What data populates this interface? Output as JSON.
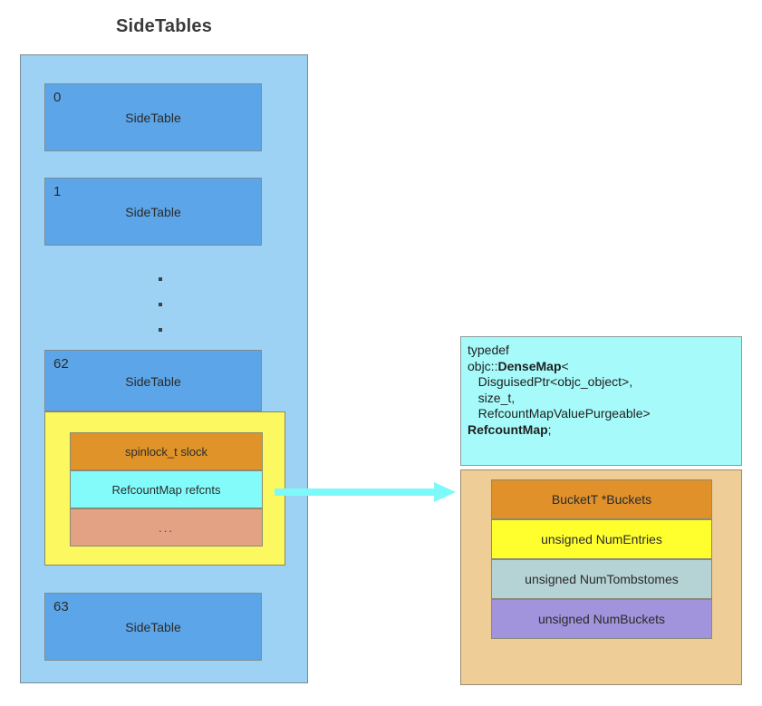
{
  "title": "SideTables",
  "sidetables": {
    "rows": [
      {
        "index": "0",
        "label": "SideTable"
      },
      {
        "index": "1",
        "label": "SideTable"
      },
      {
        "index": "62",
        "label": "SideTable"
      },
      {
        "index": "63",
        "label": "SideTable"
      }
    ],
    "ellipsis": "· · ·"
  },
  "expanded_sidetable": {
    "fields": [
      {
        "label": "spinlock_t slock",
        "color": "#E09328"
      },
      {
        "label": "RefcountMap refcnts",
        "color": "#84FBFB"
      },
      {
        "label": "...",
        "color": "#E3A284"
      }
    ]
  },
  "arrow": {
    "name": "refcounts-to-densemap-arrow",
    "color": "#7DF9F9"
  },
  "densemap": {
    "typedef": {
      "line1": "typedef",
      "line2_prefix": "objc::",
      "line2_bold": "DenseMap",
      "line2_suffix": "<",
      "line3": "   DisguisedPtr<objc_object>,",
      "line4": "   size_t,",
      "line5": "   RefcountMapValuePurgeable>",
      "line6_bold": "RefcountMap",
      "line6_suffix": ";"
    },
    "members": [
      {
        "label": "BucketT *Buckets",
        "color": "#E0912A"
      },
      {
        "label": "unsigned NumEntries",
        "color": "#FFFF2E"
      },
      {
        "label": "unsigned NumTombstomes",
        "color": "#B5D2D4"
      },
      {
        "label": "unsigned NumBuckets",
        "color": "#A193DC"
      }
    ]
  },
  "palette": {
    "container_blue": "#9ED2F5",
    "row_blue": "#5BA5E8",
    "highlight_yellow": "#FCF860",
    "panel_cyan": "#A6FAFA",
    "panel_tan": "#EFCD96"
  }
}
